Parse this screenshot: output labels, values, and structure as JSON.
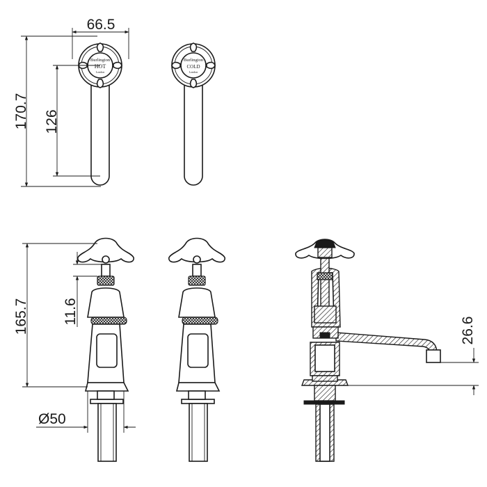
{
  "dimensions": {
    "top_width": "66.5",
    "top_total_length": "170.7",
    "top_spout_length": "126",
    "side_height": "165.7",
    "side_gap": "11.6",
    "side_base_diameter": "Ø50",
    "spout_height": "26.6"
  },
  "badges": {
    "hot": {
      "brand": "Burlington",
      "label": "HOT",
      "sub": "London"
    },
    "cold": {
      "brand": "Burlington",
      "label": "COLD",
      "sub": "London"
    }
  }
}
